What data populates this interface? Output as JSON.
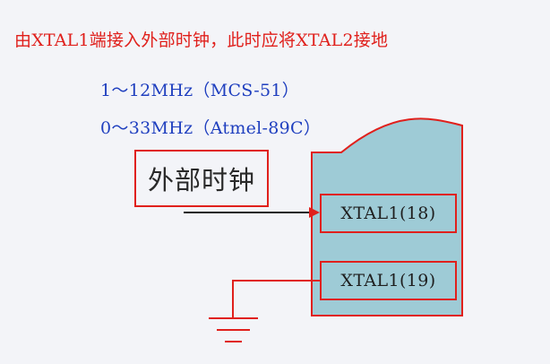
{
  "title": "由XTAL1端接入外部时钟，此时应将XTAL2接地",
  "specs": [
    "1～12MHz（MCS-51）",
    "0～33MHz（Atmel-89C）"
  ],
  "oscillator_label": "外部时钟",
  "pins": [
    "XTAL1(18)",
    "XTAL1(19)"
  ],
  "colors": {
    "accent_red": "#e0201c",
    "text_blue": "#1f3fbf",
    "chip_fill": "#9ecbd6",
    "background": "#f3f4f8"
  }
}
